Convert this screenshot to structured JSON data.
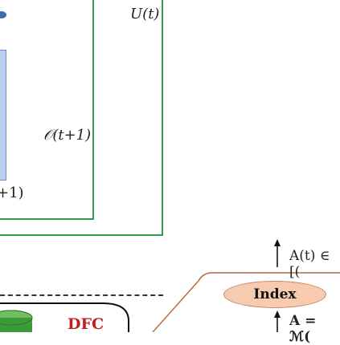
{
  "diagram": {
    "labels": {
      "outer_set": "U(t)",
      "inner_set": "𝒪(t+1)",
      "cropped_label": "+1)",
      "output_expr": "A(t) ∈ [(",
      "index": "Index",
      "mapping_expr": "A = ℳ(",
      "dfc": "DFC"
    },
    "colors": {
      "set_border": "#2e9e48",
      "blue_fill": "#bcd0ec",
      "index_fill": "#f6cbb0",
      "dfc_text": "#c0201e",
      "orange_line": "#b5653a"
    }
  }
}
